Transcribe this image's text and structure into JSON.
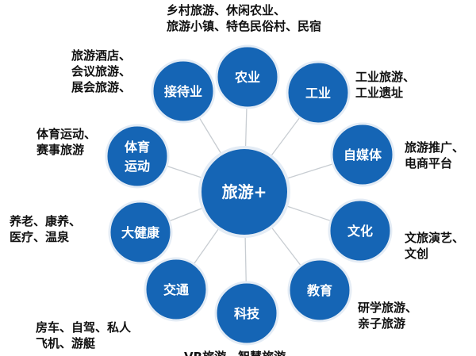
{
  "colors": {
    "node_fill": "#1565B5",
    "node_stroke": "#E4ECF5",
    "node_text": "#FFFFFF",
    "spoke": "#C8CDD2",
    "desc_text": "#111111"
  },
  "center": {
    "label": "旅游+"
  },
  "nodes": [
    {
      "id": "agriculture",
      "label": "农业",
      "desc": [
        "乡村旅游、休闲农业、",
        "旅游小镇、特色民俗村、民宿"
      ]
    },
    {
      "id": "industry",
      "label": "工业",
      "desc": [
        "工业旅游、",
        "工业遗址"
      ]
    },
    {
      "id": "self-media",
      "label": "自媒体",
      "desc": [
        "旅游推广、",
        "电商平台"
      ]
    },
    {
      "id": "culture",
      "label": "文化",
      "desc": [
        "文旅演艺、",
        "文创"
      ]
    },
    {
      "id": "education",
      "label": "教育",
      "desc": [
        "研学旅游、",
        "亲子旅游"
      ]
    },
    {
      "id": "technology",
      "label": "科技",
      "desc": [
        "VR旅游、智慧旅游"
      ]
    },
    {
      "id": "transport",
      "label": "交通",
      "desc": [
        "房车、自驾、私人",
        "飞机、游艇"
      ]
    },
    {
      "id": "health",
      "label": "大健康",
      "desc": [
        "养老、康养、",
        "医疗、温泉"
      ]
    },
    {
      "id": "sports",
      "label": "体育\n运动",
      "desc": [
        "体育运动、",
        "赛事旅游"
      ]
    },
    {
      "id": "hospitality",
      "label": "接待业",
      "desc": [
        "旅游酒店、",
        "会议旅游、",
        "展会旅游、"
      ]
    }
  ]
}
